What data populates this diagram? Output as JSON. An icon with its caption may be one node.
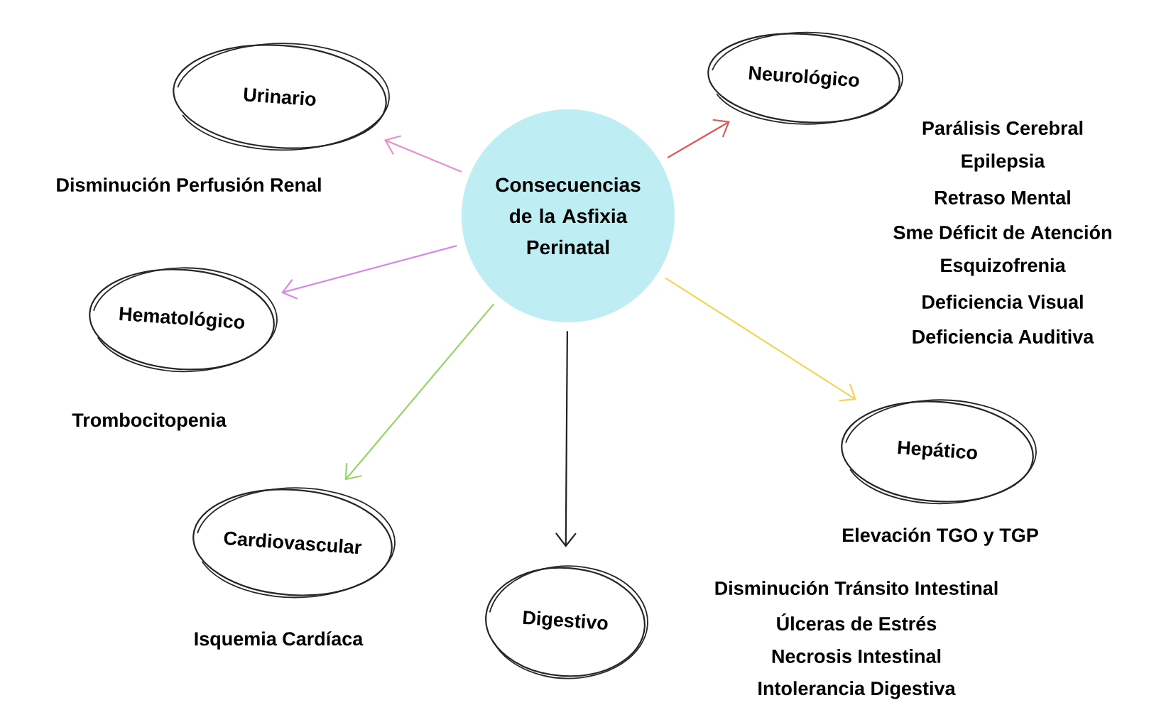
{
  "diagram": {
    "nodes": [
      {
        "text": [
          "Consecuencias de la Asfixia Perinatal"
        ]
      },
      {
        "text": [
          "Urinario"
        ],
        "beside": [
          "Disminución Perfusión Renal"
        ]
      },
      {
        "text": [
          "Neurológico"
        ],
        "beside": [
          "Parálisis Cerebral",
          "Epilepsia",
          "Retraso Mental",
          "Sme Déficit de Atención",
          "Esquizofrenia",
          "Deficiencia Visual",
          "Deficiencia Auditiva"
        ]
      },
      {
        "text": [
          "Hematológico"
        ],
        "beside": [
          "Trombocitopenia"
        ]
      },
      {
        "text": [
          "Hepático"
        ],
        "beside": [
          "Elevación TGO y TGP"
        ]
      },
      {
        "text": [
          "Cardiovascular"
        ],
        "beside": [
          "Isquemia Cardíaca"
        ]
      },
      {
        "text": [
          "Digestivo"
        ],
        "beside": [
          "Disminución Tránsito Intestinal",
          "Úlceras de Estrés",
          "Necrosis Intestinal",
          "Intolerancia Digestiva"
        ]
      }
    ],
    "edges": [
      {
        "from": 0,
        "to": 1,
        "arrow": "to",
        "color": "#f08ccc"
      },
      {
        "from": 0,
        "to": 2,
        "arrow": "to",
        "color": "#e85555"
      },
      {
        "from": 0,
        "to": 3,
        "arrow": "to",
        "color": "#d58ae8"
      },
      {
        "from": 0,
        "to": 4,
        "arrow": "to",
        "color": "#f0d55a"
      },
      {
        "from": 0,
        "to": 5,
        "arrow": "to",
        "color": "#95d565"
      },
      {
        "from": 0,
        "to": 6,
        "arrow": "to",
        "color": "#222222"
      }
    ]
  }
}
